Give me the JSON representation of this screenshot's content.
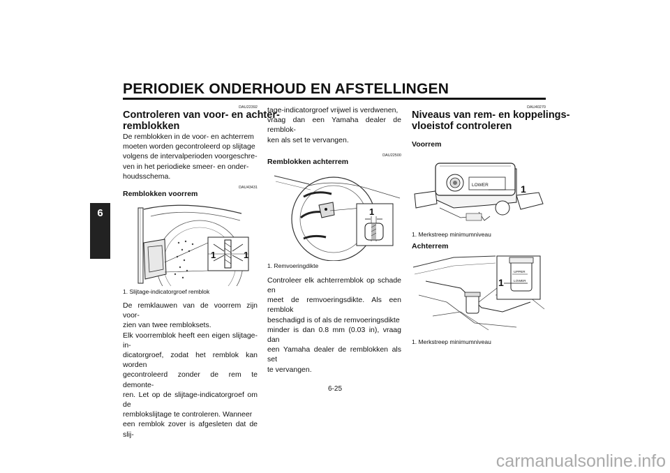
{
  "header": {
    "title": "PERIODIEK ONDERHOUD EN AFSTELLINGEN"
  },
  "chapter_tab": "6",
  "col1": {
    "code1": "DAU22392",
    "heading_line1": "Controleren van voor- en achter-",
    "heading_line2": "remblokken",
    "intro": [
      "De remblokken in de voor- en achterrem",
      "moeten worden gecontroleerd op slijtage",
      "volgens de intervalperioden voorgeschre-",
      "ven in het periodieke smeer- en onder-",
      "houdsschema."
    ],
    "code2": "DAU43431",
    "subheading": "Remblokken voorrem",
    "figure_label_left": "1",
    "figure_label_right": "1",
    "caption": "1.  Slijtage-indicatorgroef remblok",
    "paragraph": [
      "De remklauwen van de voorrem zijn voor-",
      "zien van twee rembloksets.",
      "Elk voorremblok heeft een eigen slijtage-in-",
      "dicatorgroef, zodat het remblok kan worden",
      "gecontroleerd zonder de rem te demonte-",
      "ren. Let op de slijtage-indicatorgroef om de",
      "remblokslijtage te controleren. Wanneer",
      "een remblok zover is afgesleten dat de slij-"
    ]
  },
  "col2": {
    "continuation": [
      "tage-indicatorgroef vrijwel is verdwenen,",
      "vraag dan een Yamaha dealer de remblok-",
      "ken als set te vervangen."
    ],
    "code": "DAU22500",
    "subheading": "Remblokken achterrem",
    "figure_label": "1",
    "caption": "1.  Remvoeringdikte",
    "paragraph": [
      "Controleer elk achterremblok op schade en",
      "meet de remvoeringsdikte. Als een remblok",
      "beschadigd is of als de remvoeringsdikte",
      "minder is dan 0.8 mm (0.03 in), vraag dan",
      "een Yamaha dealer de remblokken als set",
      "te vervangen."
    ]
  },
  "col3": {
    "code": "DAU40270",
    "heading_line1": "Niveaus van rem- en koppelings-",
    "heading_line2": "vloeistof controleren",
    "sub_front": "Voorrem",
    "front_figure_label": "1",
    "front_figure_text": "LOWER",
    "front_caption": "1.  Merkstreep minimumniveau",
    "sub_rear": "Achterrem",
    "rear_figure_label": "1",
    "rear_figure_upper": "UPPER",
    "rear_figure_lower": "LOWER",
    "rear_caption": "1.  Merkstreep minimumniveau"
  },
  "page_number": "6-25",
  "watermark": "carmanualsonline.info"
}
